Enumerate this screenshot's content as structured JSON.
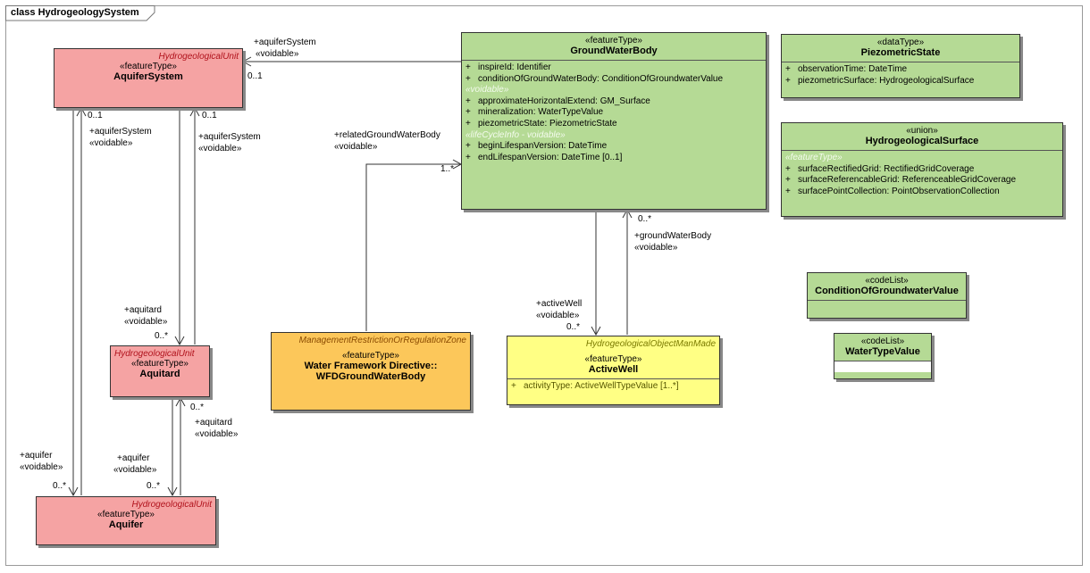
{
  "diagram": {
    "title": "class HydrogeologySystem",
    "classes": {
      "aquifer_system": {
        "parent": "HydrogeologicalUnit",
        "stereotype": "«featureType»",
        "name": "AquiferSystem"
      },
      "aquitard": {
        "parent": "HydrogeologicalUnit",
        "stereotype": "«featureType»",
        "name": "Aquitard"
      },
      "aquifer": {
        "parent": "HydrogeologicalUnit",
        "stereotype": "«featureType»",
        "name": "Aquifer"
      },
      "wfd": {
        "parent": "ManagementRestrictionOrRegulationZone",
        "stereotype": "«featureType»",
        "name_line1": "Water Framework Directive::",
        "name_line2": "WFDGroundWaterBody"
      },
      "ground_water_body": {
        "stereotype": "«featureType»",
        "name": "GroundWaterBody",
        "attrs": [
          {
            "vis": "+",
            "text": "inspireId:  Identifier"
          },
          {
            "vis": "+",
            "text": "conditionOfGroundWaterBody:  ConditionOfGroundwaterValue"
          }
        ],
        "voidable_label": "«voidable»",
        "voidable_attrs": [
          {
            "vis": "+",
            "text": "approximateHorizontalExtend:  GM_Surface"
          },
          {
            "vis": "+",
            "text": "mineralization:  WaterTypeValue"
          },
          {
            "vis": "+",
            "text": "piezometricState:  PiezometricState"
          }
        ],
        "lifecycle_label": "«lifeCycleInfo - voidable»",
        "lifecycle_attrs": [
          {
            "vis": "+",
            "text": "beginLifespanVersion:  DateTime"
          },
          {
            "vis": "+",
            "text": "endLifespanVersion:  DateTime [0..1]"
          }
        ]
      },
      "active_well": {
        "parent": "HydrogeologicalObjectManMade",
        "stereotype": "«featureType»",
        "name": "ActiveWell",
        "attrs": [
          {
            "vis": "+",
            "text": "activityType:  ActiveWellTypeValue [1..*]"
          }
        ]
      },
      "piezometric_state": {
        "stereotype": "«dataType»",
        "name": "PiezometricState",
        "attrs": [
          {
            "vis": "+",
            "text": "observationTime:  DateTime"
          },
          {
            "vis": "+",
            "text": "piezometricSurface:  HydrogeologicalSurface"
          }
        ]
      },
      "hydro_surface": {
        "stereotype": "«union»",
        "name": "HydrogeologicalSurface",
        "section_label": "«featureType»",
        "attrs": [
          {
            "vis": "+",
            "text": "surfaceRectifiedGrid:  RectifiedGridCoverage"
          },
          {
            "vis": "+",
            "text": "surfaceReferencableGrid:  ReferenceableGridCoverage"
          },
          {
            "vis": "+",
            "text": "surfacePointCollection:  PointObservationCollection"
          }
        ]
      },
      "condition_value": {
        "stereotype": "«codeList»",
        "name": "ConditionOfGroundwaterValue"
      },
      "water_type_value": {
        "stereotype": "«codeList»",
        "name": "WaterTypeValue"
      }
    },
    "labels": {
      "gwb_aquifer_system_role": "+aquiferSystem",
      "gwb_aquifer_system_stereo": "«voidable»",
      "gwb_aquifer_system_mult": "0..1",
      "as_left_top_mult": "0..1",
      "as_left_role": "+aquiferSystem",
      "as_left_stereo": "«voidable»",
      "as_right_top_mult": "0..1",
      "as_right_role": "+aquiferSystem",
      "as_right_stereo": "«voidable»",
      "aquitard_role": "+aquitard",
      "aquitard_stereo": "«voidable»",
      "aquitard_mult": "0..*",
      "related_gwb_role": "+relatedGroundWaterBody",
      "related_gwb_stereo": "«voidable»",
      "related_gwb_mult": "1..*",
      "active_well_role": "+activeWell",
      "active_well_stereo": "«voidable»",
      "active_well_mult": "0..*",
      "gwb_mult": "0..*",
      "gwb_role": "+groundWaterBody",
      "gwb_stereo": "«voidable»",
      "aquitard_bottom_mult": "0..*",
      "aquitard_bottom_role": "+aquitard",
      "aquitard_bottom_stereo": "«voidable»",
      "aquifer_mid_role": "+aquifer",
      "aquifer_mid_stereo": "«voidable»",
      "aquifer_mid_mult": "0..*",
      "aquifer_left_role": "+aquifer",
      "aquifer_left_stereo": "«voidable»",
      "aquifer_left_mult": "0..*"
    }
  }
}
